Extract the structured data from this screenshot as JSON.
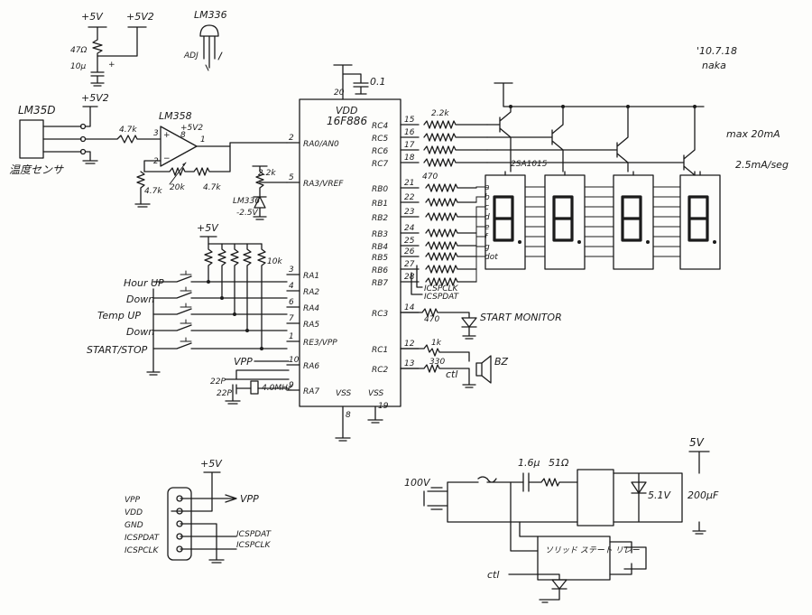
{
  "ic": {
    "name": "16F886",
    "vdd": "VDD",
    "vss": "VSS",
    "pins_left": [
      {
        "num": "2",
        "name": "RA0/AN0"
      },
      {
        "num": "5",
        "name": "RA3/VREF"
      },
      {
        "num": "3",
        "name": "RA1"
      },
      {
        "num": "4",
        "name": "RA2"
      },
      {
        "num": "6",
        "name": "RA4"
      },
      {
        "num": "7",
        "name": "RA5"
      },
      {
        "num": "1",
        "name": "RE3/VPP"
      },
      {
        "num": "10",
        "name": "RA6"
      },
      {
        "num": "9",
        "name": "RA7"
      }
    ],
    "pins_right": [
      {
        "num": "15",
        "name": "RC4"
      },
      {
        "num": "16",
        "name": "RC5"
      },
      {
        "num": "17",
        "name": "RC6"
      },
      {
        "num": "18",
        "name": "RC7"
      },
      {
        "num": "21",
        "name": "RB0"
      },
      {
        "num": "22",
        "name": "RB1"
      },
      {
        "num": "23",
        "name": "RB2"
      },
      {
        "num": "24",
        "name": "RB3"
      },
      {
        "num": "25",
        "name": "RB4"
      },
      {
        "num": "26",
        "name": "RB5"
      },
      {
        "num": "27",
        "name": "RB6"
      },
      {
        "num": "28",
        "name": "RB7"
      },
      {
        "num": "14",
        "name": "RC3"
      },
      {
        "num": "12",
        "name": "RC1"
      },
      {
        "num": "13",
        "name": "RC2"
      }
    ],
    "pin_vdd": "20",
    "pin_vss1": "8",
    "pin_vss2": "19"
  },
  "top_left": {
    "p5v": "+5V",
    "p5v2": "+5V2",
    "r47": "47Ω",
    "c10u": "10μ",
    "lm336_title": "LM336",
    "lm336_pins": "ADJ"
  },
  "date": "'10.7.18",
  "author": "naka",
  "sensor": {
    "part": "LM35D",
    "p5v2": "+5V2",
    "label": "温度センサ"
  },
  "opamp": {
    "part": "LM358",
    "p5v2": "+5V2",
    "pin3": "3",
    "pin2": "2",
    "pin8": "8",
    "pin1": "1",
    "r_in": "4.7k",
    "r_gnd": "4.7k",
    "pot": "20k",
    "r_fb": "4.7k"
  },
  "ref": {
    "r": "2.2k",
    "part": "LM336",
    "volt": "-2.5V"
  },
  "cap_vdd": "0.1",
  "buttons": {
    "vcc": "+5V",
    "r10k": "10k",
    "labels": [
      "Hour UP",
      "Down",
      "Temp UP",
      "Down",
      "START/STOP"
    ]
  },
  "osc": {
    "vpp": "VPP",
    "c": "22P",
    "c2": "22P",
    "xtal": "4.0MHz"
  },
  "digit_drive": {
    "r": "2.2k",
    "transistor": "2SA1015",
    "max": "max 20mA",
    "per_seg": "2.5mA/seg"
  },
  "seg_drive": {
    "r": "470",
    "segments": [
      "a",
      "b",
      "c",
      "d",
      "e",
      "f",
      "g",
      "dot"
    ]
  },
  "icsp_lines": {
    "clk": "ICSPCLK",
    "dat": "ICSPDAT"
  },
  "start_monitor": {
    "r": "470",
    "label": "START MONITOR"
  },
  "buzzer": {
    "r1": "1k",
    "r2": "330",
    "ctl": "ctl",
    "label": "BZ"
  },
  "header": {
    "p5v": "+5V",
    "pins": [
      "VPP",
      "VDD",
      "GND",
      "ICSPDAT",
      "ICSPCLK"
    ],
    "out_vpp": "VPP",
    "out_dat": "ICSPDAT",
    "out_clk": "ICSPCLK"
  },
  "power": {
    "ac": "100V",
    "cap": "1.6μ",
    "r": "51Ω",
    "zener": "5.1V",
    "cap_out": "200μF",
    "out": "5V",
    "ssr": "ソリッド ステート リレー",
    "ctl": "ctl"
  }
}
